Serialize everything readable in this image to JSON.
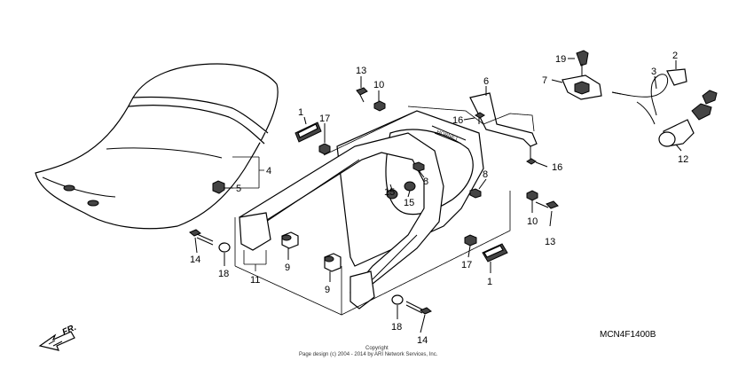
{
  "callouts": {
    "c1a": "1",
    "c17a": "17",
    "c13a": "13",
    "c10a": "10",
    "c6": "6",
    "c16a": "16",
    "c4": "4",
    "c5": "5",
    "c8a": "8",
    "c8b": "8",
    "c15a": "15",
    "c15b": "15",
    "c16b": "16",
    "c19": "19",
    "c7": "7",
    "c3": "3",
    "c2": "2",
    "c12": "12",
    "c10b": "10",
    "c13b": "13",
    "c17b": "17",
    "c1b": "1",
    "c14a": "14",
    "c18a": "18",
    "c9a": "9",
    "c11": "11",
    "c9b": "9",
    "c18b": "18",
    "c14b": "14"
  },
  "direction_label": "FR.",
  "diagram_code": "MCN4F1400B",
  "copyright_line1": "Copyright",
  "copyright_line2": "Page design (c) 2004 - 2014 by ARI Network Services, Inc."
}
